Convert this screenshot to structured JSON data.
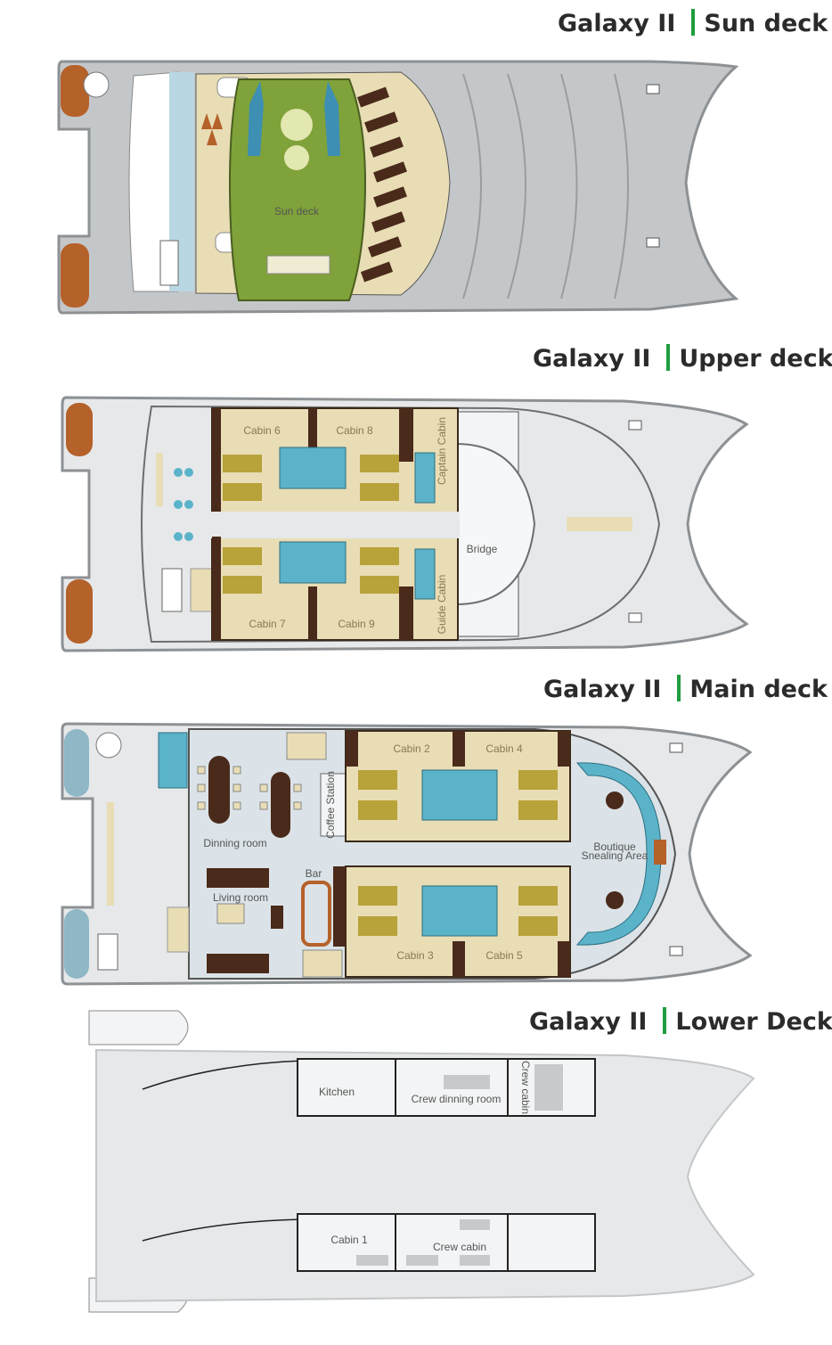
{
  "decks": [
    {
      "ship": "Galaxy II",
      "name": "Sun deck"
    },
    {
      "ship": "Galaxy II",
      "name": "Upper deck"
    },
    {
      "ship": "Galaxy II",
      "name": "Main deck"
    },
    {
      "ship": "Galaxy II",
      "name": "Lower Deck"
    }
  ],
  "sun_deck": {
    "area": "Sun deck"
  },
  "upper_deck": {
    "cabin_6": "Cabin 6",
    "cabin_8": "Cabin 8",
    "cabin_7": "Cabin 7",
    "cabin_9": "Cabin 9",
    "captain": "Captain Cabin",
    "guide": "Guide Cabin",
    "bridge": "Bridge"
  },
  "main_deck": {
    "cabin_2": "Cabin 2",
    "cabin_4": "Cabin 4",
    "cabin_3": "Cabin 3",
    "cabin_5": "Cabin 5",
    "dining": "Dinning room",
    "living": "Living room",
    "bar": "Bar",
    "coffee": "Coffee Station",
    "boutique_1": "Boutique",
    "boutique_2": "Snealing Area"
  },
  "lower_deck": {
    "kitchen": "Kitchen",
    "crew_dining": "Crew dinning room",
    "crew_cabin_v": "Crew cabin",
    "cabin_1": "Cabin 1",
    "crew_cabin": "Crew cabin"
  },
  "colors": {
    "title_bar": "#1f9d3f",
    "hull": "#c9ccce",
    "floor": "#e6e8ea",
    "cabin": "#e8ddb5",
    "wood": "#4a2a1a",
    "pool": "#5ab3c9",
    "grass": "#7fa23a",
    "rail": "#b5612a"
  }
}
